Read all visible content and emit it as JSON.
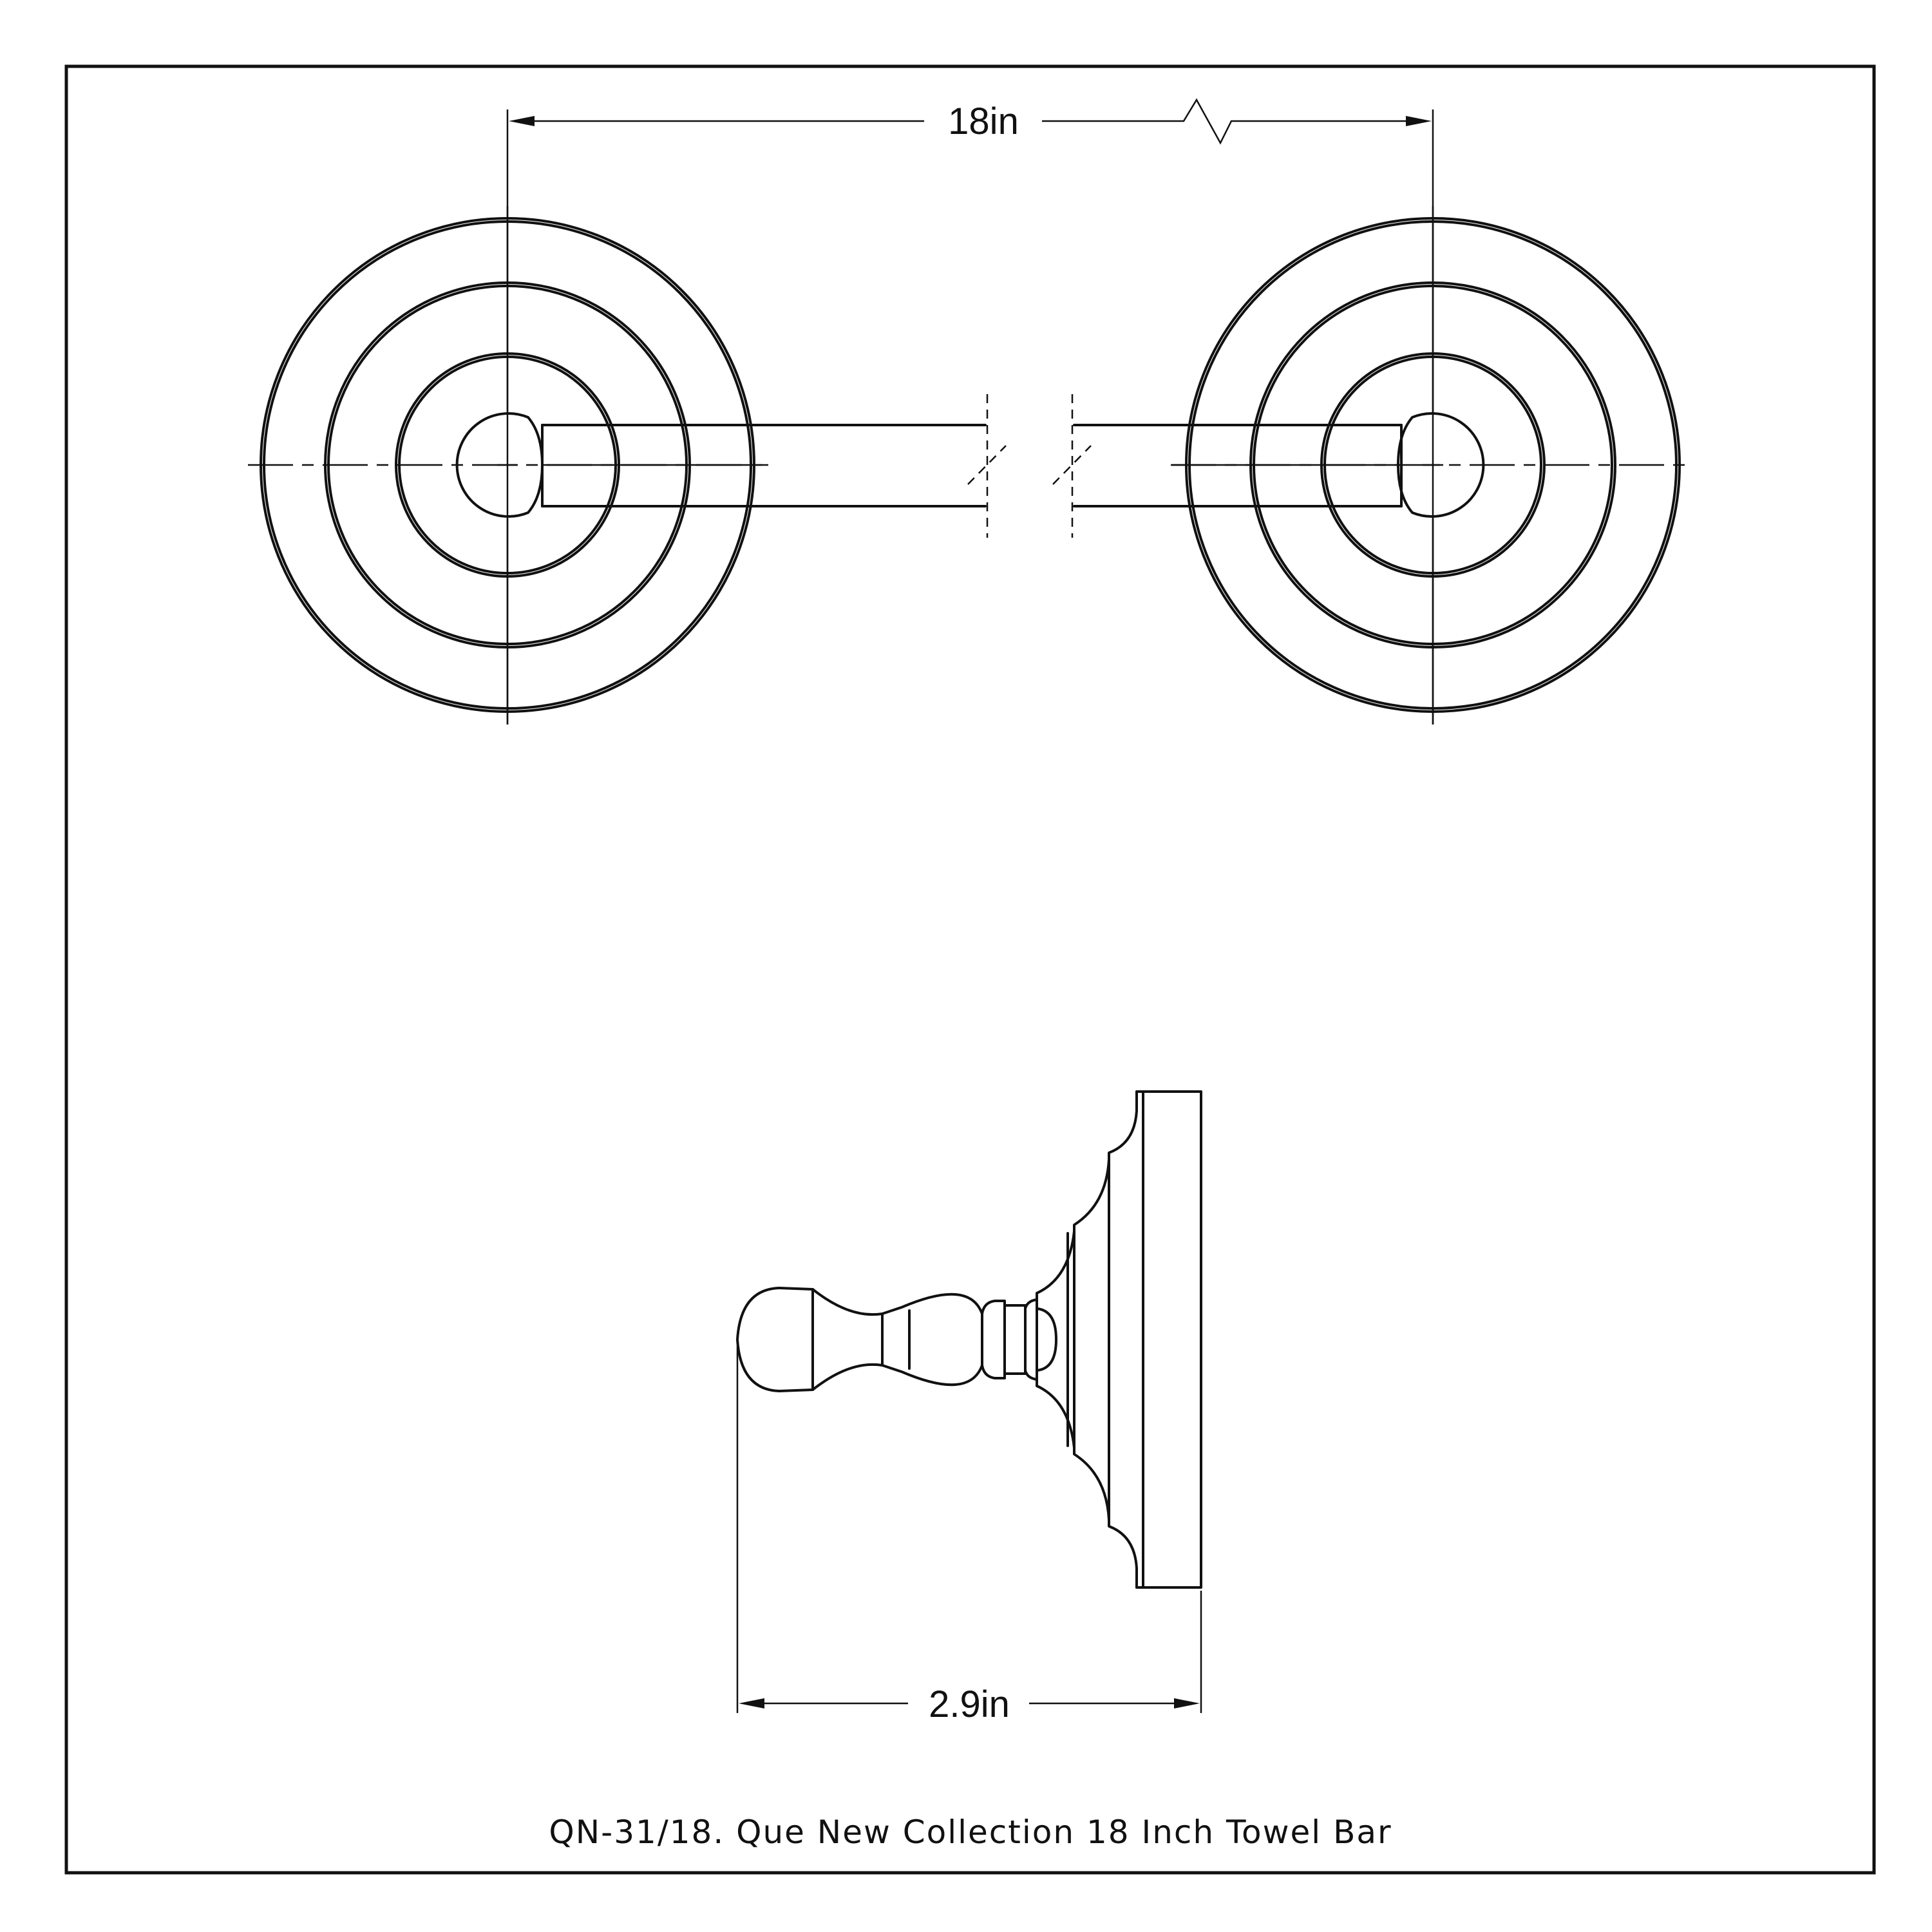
{
  "drawing": {
    "dimension_width": "18in",
    "dimension_depth": "2.9in",
    "caption": "QN-31/18. Que New Collection 18 Inch Towel Bar"
  },
  "colors": {
    "line": "#111111",
    "background": "#ffffff"
  }
}
